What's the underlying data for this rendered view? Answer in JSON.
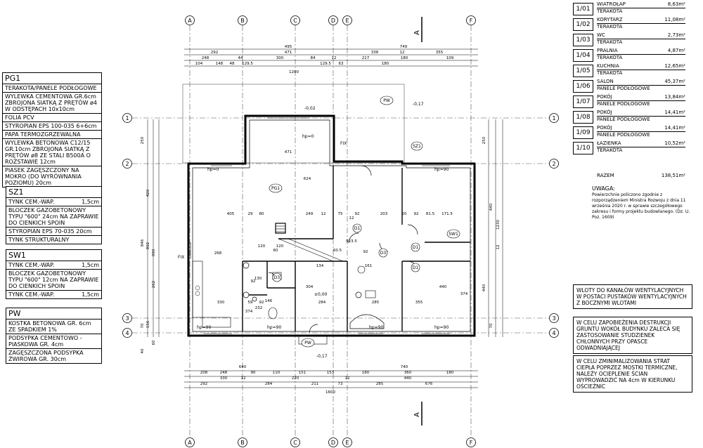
{
  "specs": {
    "pg1": {
      "title": "PG1",
      "rows": [
        "TERAKOTA/PANELE PODŁOGOWE",
        "WYLEWKA CEMENTOWA GR.6cm ZBROJONA SIATKĄ Z PRĘTÓW ø4 W ODSTĘPACH 10x10cm",
        "FOLIA PCV",
        "STYROPIAN EPS 100-035 6+6cm",
        "PAPA TERMOZGRZEWALNA",
        "WYLEWKA BETONOWA C12/15 GR.10cm ZBROJONA SIATKĄ Z PRĘTÓW ø8 ZE STALI B500A O ROZSTAWIE 12cm",
        "PIASEK ZAGĘSZCZONY NA MOKRO (DO WYRÓWNANIA POZIOMU) 20cm"
      ]
    },
    "sz1": {
      "title": "SZ1",
      "rows": [
        {
          "t": "TYNK CEM.-WAP.",
          "v": "1,5cm"
        },
        {
          "t": "BLOCZEK GAZOBETONOWY TYPU \"600\" 24cm NA ZAPRAWIE DO CIENKICH SPOIN",
          "v": ""
        },
        {
          "t": "STYROPIAN EPS 70-035 20cm",
          "v": ""
        },
        {
          "t": "TYNK STRUKTURALNY",
          "v": ""
        }
      ]
    },
    "sw1": {
      "title": "SW1",
      "rows": [
        {
          "t": "TYNK CEM.-WAP.",
          "v": "1,5cm"
        },
        {
          "t": "BLOCZEK GAZOBETONOWY TYPU \"600\" 12cm NA ZAPRAWIE DO CIENKICH SPOIN",
          "v": ""
        },
        {
          "t": "TYNK CEM.-WAP.",
          "v": "1,5cm"
        }
      ]
    },
    "pw": {
      "title": "PW",
      "rows": [
        "KOSTKA BETONOWA GR. 6cm ZE SPADKIEM 1%",
        "PODSYPKA CEMENTOWO - PIASKOWA GR. 4cm",
        "ZAGĘSZCZONA PODSYPKA ŻWIROWA GR. 30cm"
      ]
    }
  },
  "rooms": [
    {
      "no": "1/01",
      "name": "WIATROŁAP",
      "area": "8,63m²",
      "floor": "TERAKOTA"
    },
    {
      "no": "1/02",
      "name": "KORYTARZ",
      "area": "11,08m²",
      "floor": "TERAKOTA"
    },
    {
      "no": "1/03",
      "name": "WC",
      "area": "2,73m²",
      "floor": "TERAKOTA"
    },
    {
      "no": "1/04",
      "name": "PRALNIA",
      "area": "4,87m²",
      "floor": "TERAKOTA"
    },
    {
      "no": "1/05",
      "name": "KUCHNIA",
      "area": "12,65m²",
      "floor": "TERAKOTA"
    },
    {
      "no": "1/06",
      "name": "SALON",
      "area": "45,37m²",
      "floor": "PANELE PODŁOGOWE"
    },
    {
      "no": "1/07",
      "name": "POKÓJ",
      "area": "13,84m²",
      "floor": "PANELE PODŁOGOWE"
    },
    {
      "no": "1/08",
      "name": "POKÓJ",
      "area": "14,41m²",
      "floor": "PANELE PODŁOGOWE"
    },
    {
      "no": "1/09",
      "name": "POKÓJ",
      "area": "14,41m²",
      "floor": "PANELE PODŁOGOWE"
    },
    {
      "no": "1/10",
      "name": "ŁAZIENKA",
      "area": "10,52m²",
      "floor": "TERAKOTA"
    }
  ],
  "total": {
    "label": "RAZEM",
    "value": "138,51m²"
  },
  "note": {
    "title": "UWAGA:",
    "text": "Powierzchnie policzono zgodnie z rozporządzeniem Ministra Rozwoju z dnia 11 września 2020 r. w sprawie szczegółowego zakresu i formy projektu budowlanego. (Dz. U. Poz. 1609)"
  },
  "remarks": [
    "WLOTY DO KANAŁÓW WENTYLACYJNYCH W POSTACI PUSTAKÓW WENTYLACYJNYCH Z BOCZNYMI WLOTAMI",
    "W CELU ZAPOBIEŻENIA DESTRUKCJI GRUNTU WOKÓŁ BUDYNKU ZALECA SIĘ ZASTOSOWANIE STUDZIENEK CHŁONNYCH PRZY OPASCE ODWADNIAJĄCEJ",
    "W CELU ZMINIMALIZOWANIA STRAT CIEPŁA POPRZEZ MOSTKI TERMICZNE, NALEŻY OCIEPLENIE ŚCIAN WYPROWADZIĆ NA 4cm W KIERUNKU OŚCIEŻNIC"
  ],
  "axes": {
    "letters": [
      "A",
      "B",
      "C",
      "D",
      "E",
      "F"
    ],
    "numbers": [
      "1",
      "2",
      "3",
      "4"
    ]
  },
  "section_label": "A",
  "plan_labels": {
    "pg1": "PG1",
    "pw": "PW",
    "sz1": "SZ1",
    "sw1": "SW1",
    "d1": "D1",
    "d3": "D3",
    "levels": [
      "-0,02",
      "-0,17",
      "-0,17",
      "±0,00"
    ],
    "hp": [
      "hp=0",
      "hp=0",
      "hp=90",
      "hp=90",
      "hp=90",
      "hp=90",
      "hp=90"
    ],
    "fix": [
      "FIX",
      "FIX"
    ]
  },
  "dims": {
    "top_row1": [
      "495",
      "749"
    ],
    "top_row2": [
      "292",
      "471",
      "338",
      "12",
      "355"
    ],
    "top_row3": [
      "248",
      "44",
      "300",
      "84",
      "12",
      "217",
      "180",
      "109"
    ],
    "top_row4": [
      "104",
      "148",
      "48",
      "129.5",
      "129.5",
      "63",
      "180"
    ],
    "top_total": "1200",
    "bottom_row1": [
      "640",
      "740"
    ],
    "bottom_row2": [
      "208",
      "248",
      "90",
      "110",
      "151",
      "153",
      "180",
      "360",
      "180"
    ],
    "bottom_row3": [
      "330",
      "12",
      "220",
      "12",
      "440"
    ],
    "bottom_row4": [
      "292",
      "284",
      "211",
      "73",
      "285",
      "676"
    ],
    "bottom_total": "1600",
    "left": [
      "250",
      "420",
      "990",
      "846",
      "892",
      "262",
      "70",
      "156",
      "60",
      "40"
    ],
    "right": [
      "250",
      "440",
      "12",
      "440",
      "70",
      "1230"
    ],
    "interior": [
      "471",
      "624",
      "405",
      "29",
      "80",
      "249",
      "12",
      "75",
      "92",
      "203",
      "20",
      "92",
      "81.5",
      "171.5",
      "923.5",
      "374",
      "268",
      "120",
      "134",
      "92",
      "161",
      "440",
      "285",
      "355",
      "374",
      "330",
      "304",
      "284",
      "146",
      "59",
      "92",
      "232",
      "130",
      "120",
      "60",
      "60.5",
      "12",
      "92"
    ]
  }
}
